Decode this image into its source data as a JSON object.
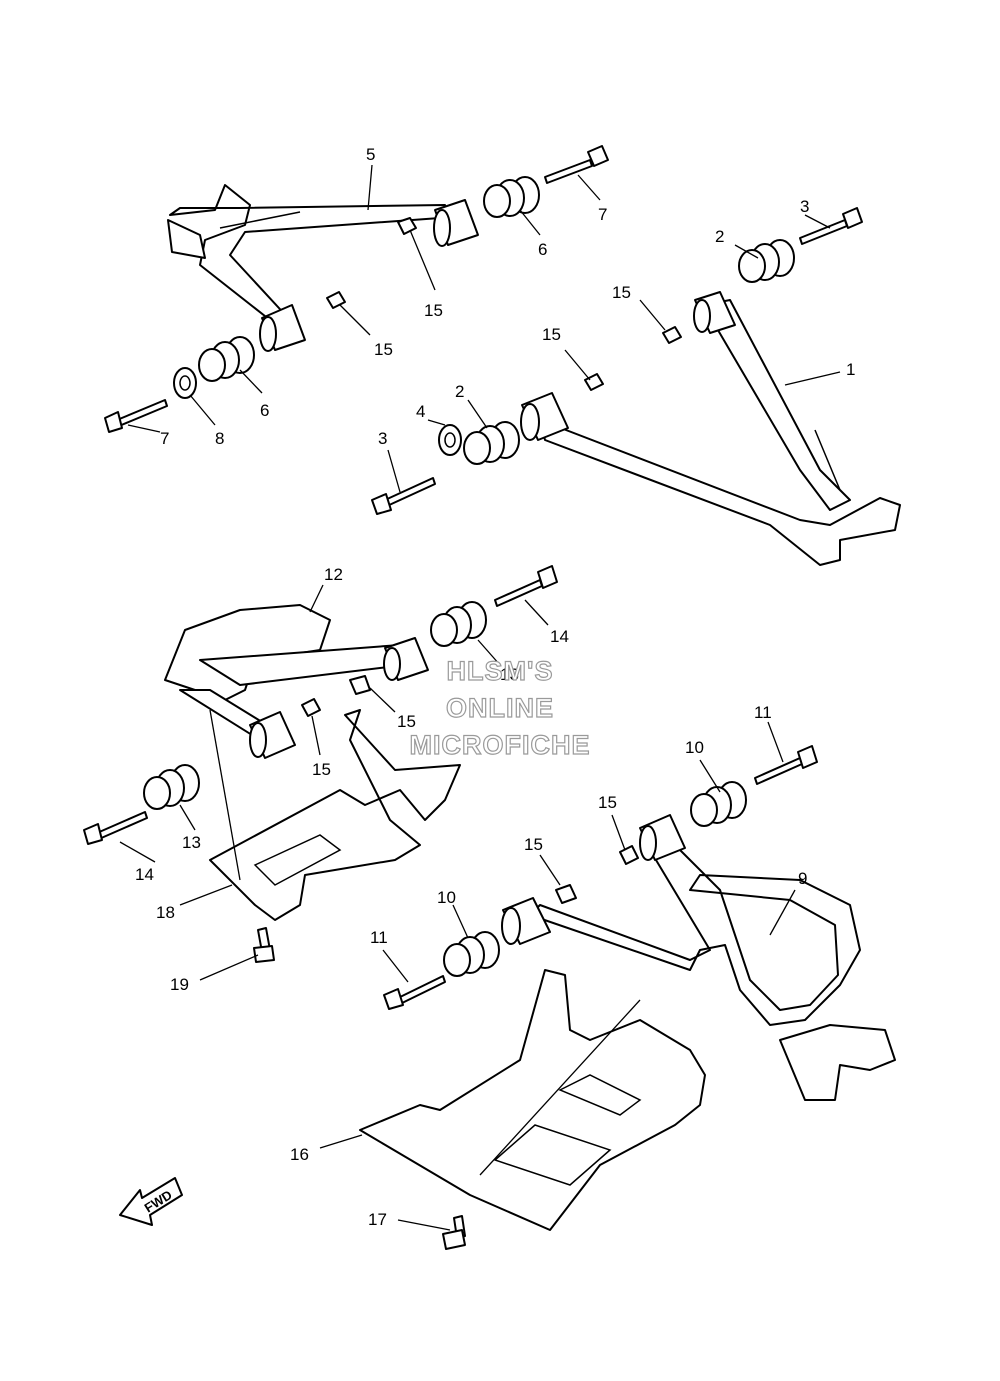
{
  "callouts": [
    "5",
    "7",
    "6",
    "15",
    "3",
    "2",
    "15",
    "15",
    "1",
    "15",
    "6",
    "8",
    "7",
    "2",
    "4",
    "3",
    "12",
    "14",
    "13",
    "15",
    "15",
    "11",
    "10",
    "13",
    "14",
    "15",
    "15",
    "9",
    "10",
    "11",
    "18",
    "19",
    "16",
    "17"
  ],
  "watermark": {
    "line1": "HLSM'S",
    "line2": "ONLINE",
    "line3": "MICROFICHE"
  },
  "direction_marker": "FWD",
  "icons": [
    "bolt-icon",
    "nut-icon",
    "bushing-icon",
    "washer-icon",
    "fwd-arrow-icon"
  ]
}
